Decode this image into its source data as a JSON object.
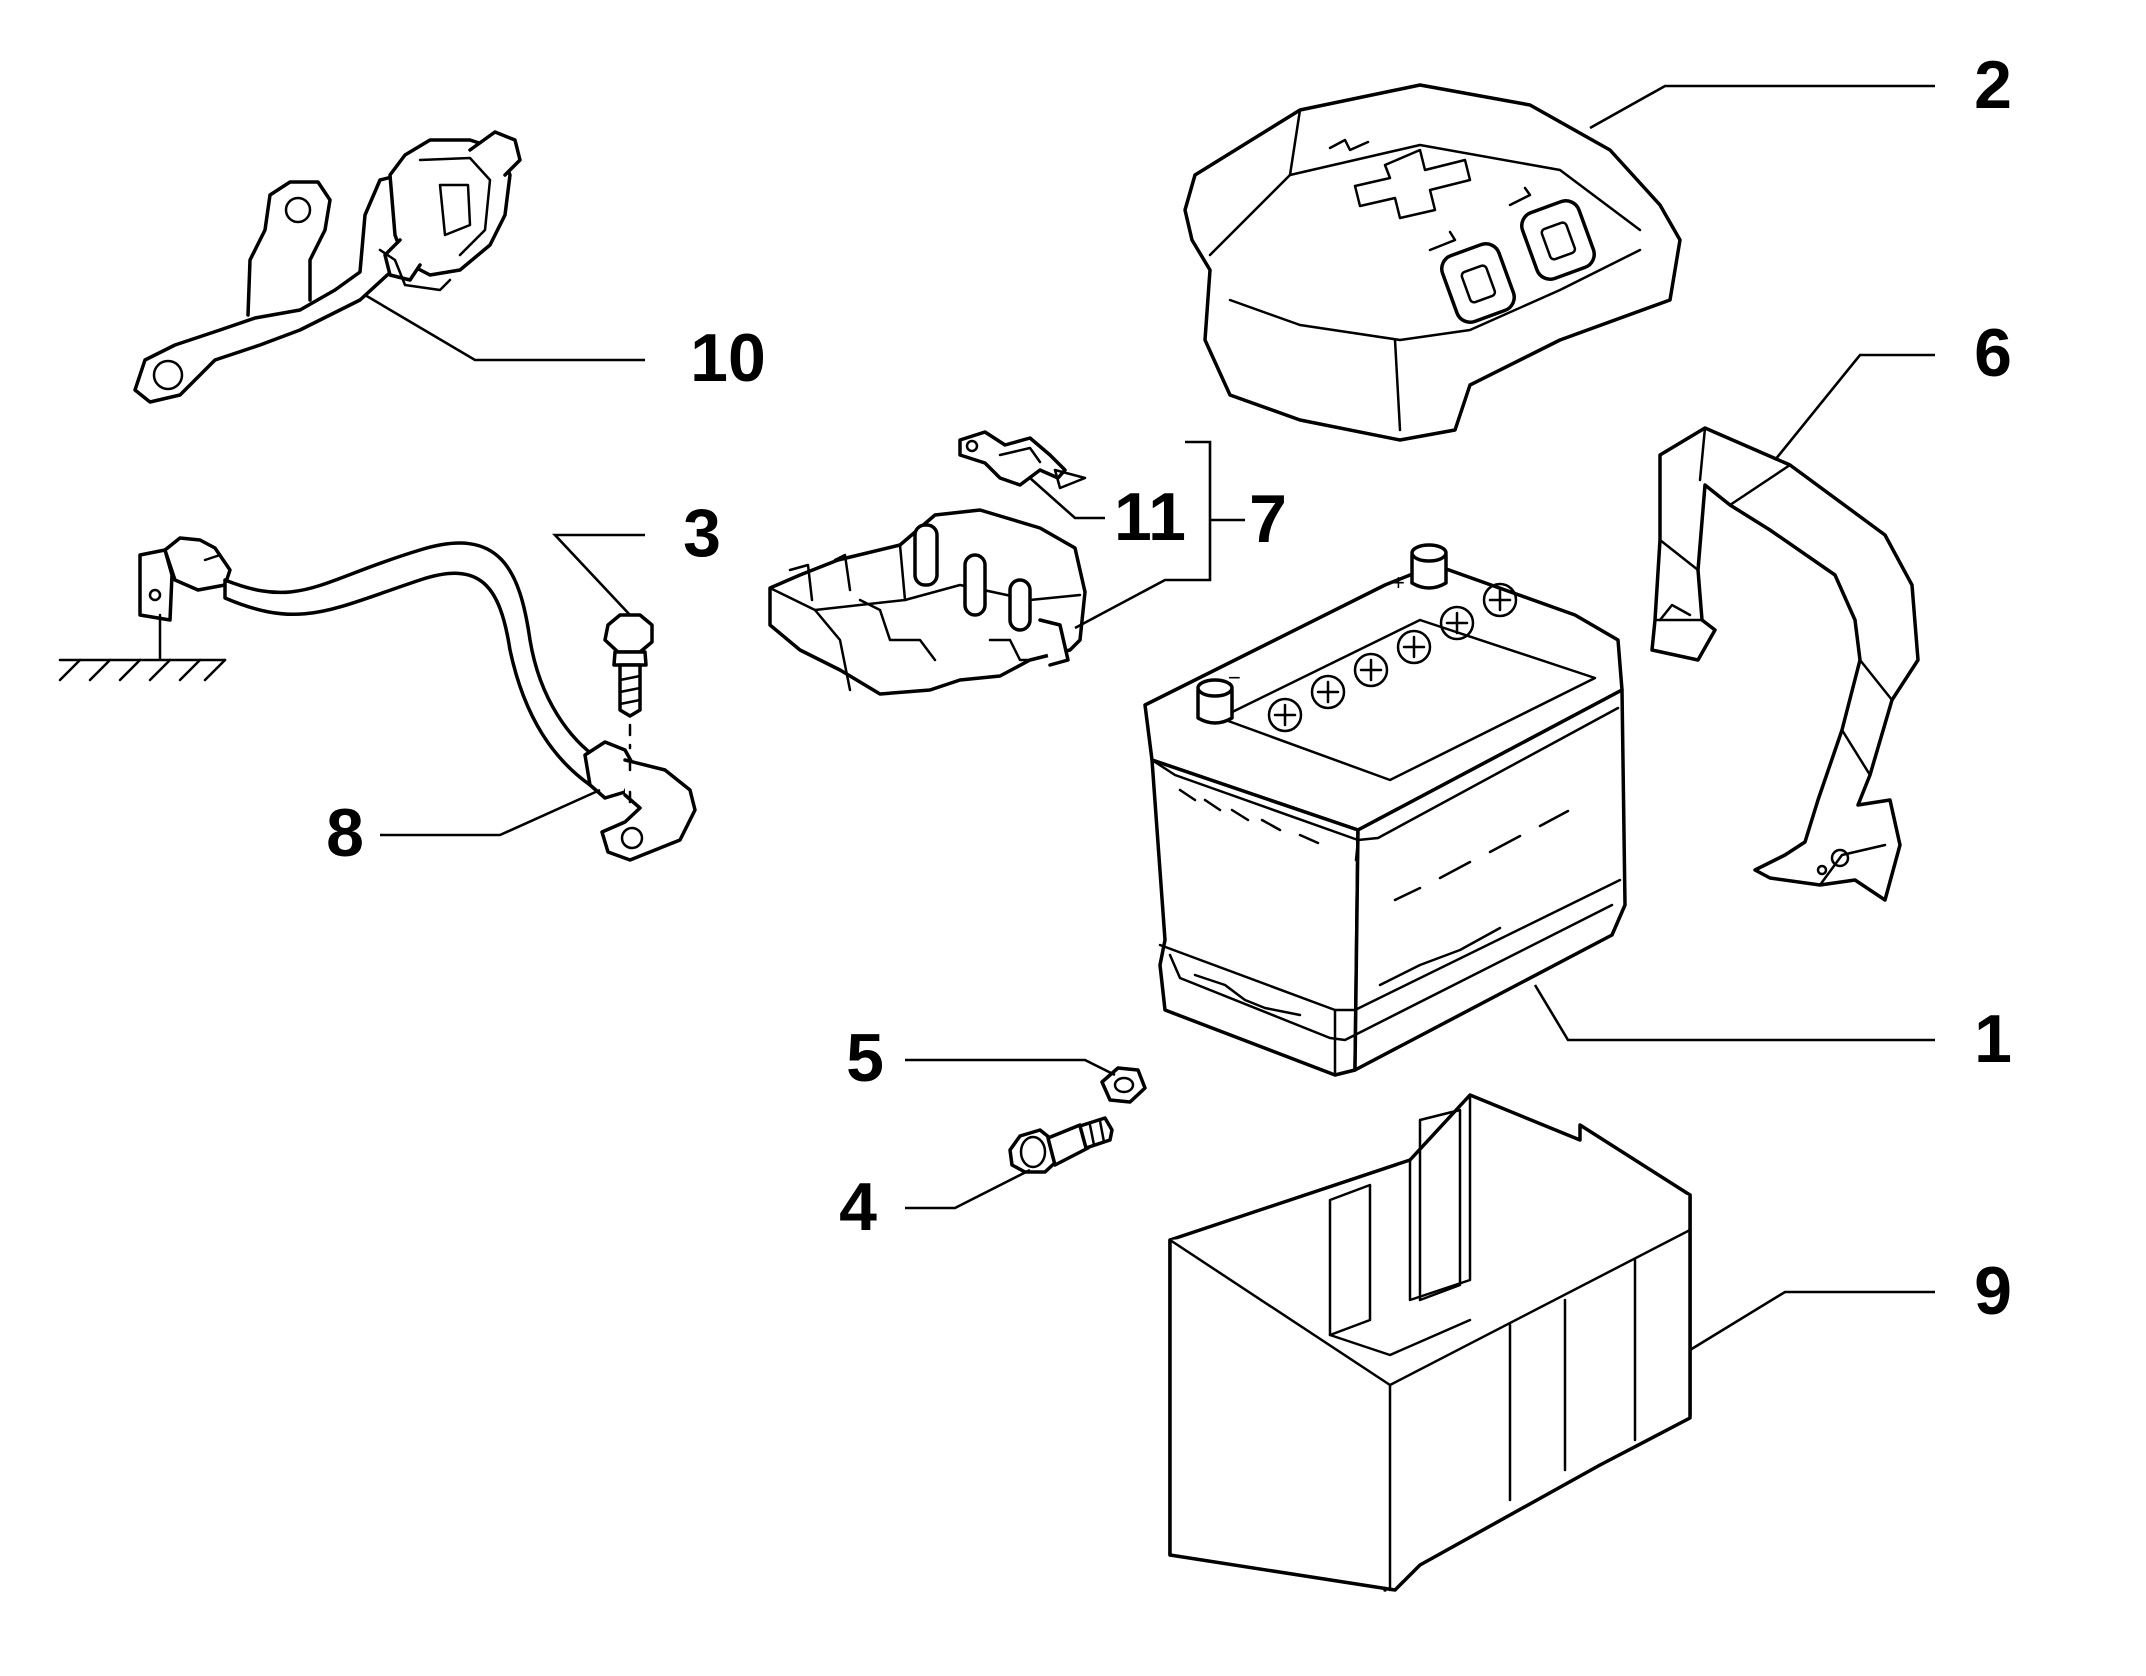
{
  "diagram": {
    "callouts": {
      "c1": "1",
      "c2": "2",
      "c3": "3",
      "c4": "4",
      "c5": "5",
      "c6": "6",
      "c7": "7",
      "c8": "8",
      "c9": "9",
      "c10": "10",
      "c11": "11"
    },
    "battery_symbols": {
      "positive": "+",
      "negative": "−"
    }
  }
}
